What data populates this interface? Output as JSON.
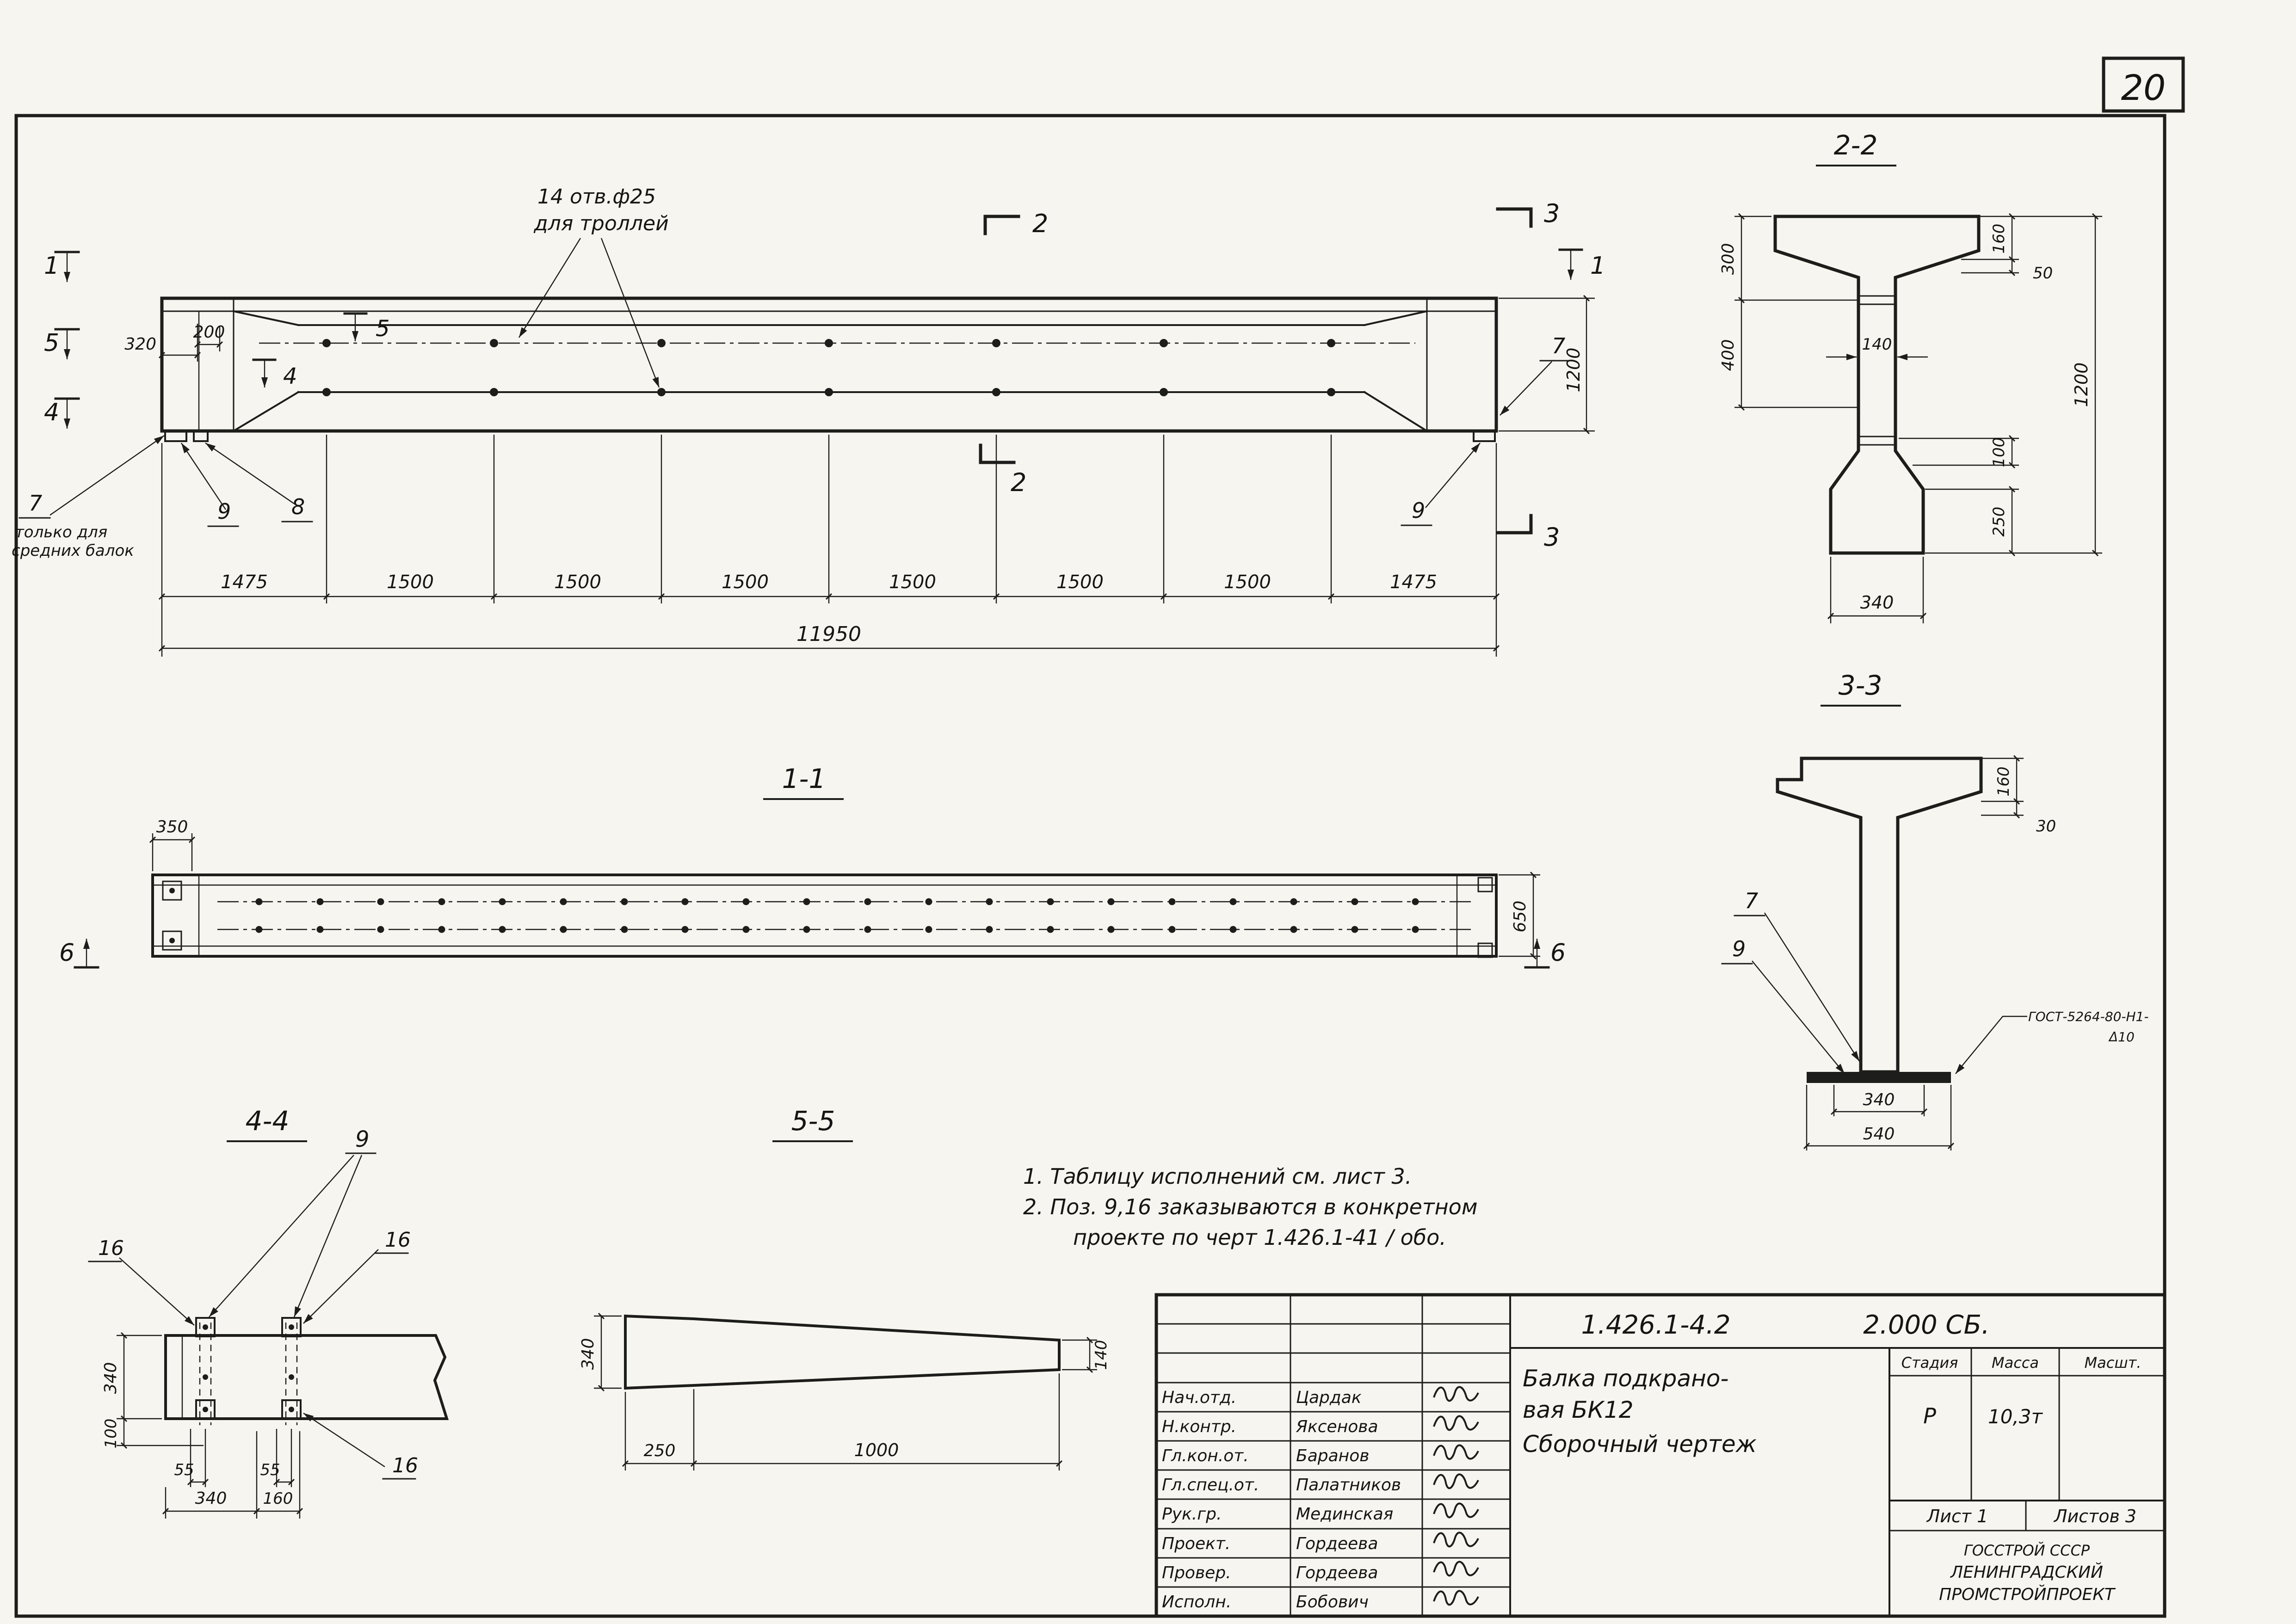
{
  "page": {
    "number": "20"
  },
  "labels": {
    "sec22": "2-2",
    "sec11": "1-1",
    "sec33": "3-3",
    "sec44": "4-4",
    "sec55": "5-5"
  },
  "elevation": {
    "holes_note1": "14 отв.ф25",
    "holes_note2": "для троллей",
    "mark_1l": "1",
    "mark_5l": "5",
    "mark_4l": "4",
    "mark_5i": "5",
    "mark_4i": "4",
    "mark_2t": "2",
    "mark_2b": "2",
    "mark_3t": "3",
    "mark_3b": "3",
    "mark_1r": "1",
    "d320": "320",
    "d200": "200",
    "d1200": "1200",
    "co7l": "7",
    "co7l_note1": "только для",
    "co7l_note2": "средних балок",
    "co9l": "9",
    "co8": "8",
    "co7r": "7",
    "co9r": "9",
    "dims": [
      "1475",
      "1500",
      "1500",
      "1500",
      "1500",
      "1500",
      "1500",
      "1475"
    ],
    "total": "11950"
  },
  "sec22": {
    "d300": "300",
    "d400": "400",
    "d140": "140",
    "d160": "160",
    "d50": "50",
    "d100": "100",
    "d250": "250",
    "d1200": "1200",
    "d340": "340"
  },
  "sec33": {
    "d160": "160",
    "d30": "30",
    "d340": "340",
    "d540": "540",
    "co7": "7",
    "co9": "9",
    "gost1": "ГОСТ-5264-80-Н1-",
    "gost2": "Δ10"
  },
  "plan11": {
    "d350": "350",
    "d650": "650",
    "mark6l": "6",
    "mark6r": "6"
  },
  "view44": {
    "d340": "340",
    "d100": "100",
    "d55a": "55",
    "d55b": "55",
    "d340b": "340",
    "d160": "160",
    "co9": "9",
    "co16a": "16",
    "co16b": "16",
    "co16c": "16"
  },
  "view55": {
    "d340": "340",
    "d140": "140",
    "d250": "250",
    "d1000": "1000"
  },
  "notes": {
    "line1": "1. Таблицу исполнений  см. лист 3.",
    "line2": "2. Поз. 9,16 заказываются в конкретном",
    "line3": "проекте по черт 1.426.1-41 / обо."
  },
  "stamp": {
    "doc_number": "1.426.1-4.2",
    "doc_code": "2.000 СБ.",
    "title1": "Балка подкрано-",
    "title2": "вая БК12",
    "title3": "Сборочный чертеж",
    "h_stage": "Стадия",
    "h_mass": "Масса",
    "h_scale": "Масшт.",
    "v_stage": "Р",
    "v_mass": "10,3т",
    "sheet": "Лист 1",
    "sheets": "Листов 3",
    "org1": "ГОССТРОЙ СССР",
    "org2": "ЛЕНИНГРАДСКИЙ",
    "org3": "ПРОМСТРОЙПРОЕКТ",
    "rows": [
      {
        "role": "Нач.отд.",
        "name": "Цардак"
      },
      {
        "role": "Н.контр.",
        "name": "Яксенова"
      },
      {
        "role": "Гл.кон.от.",
        "name": "Баранов"
      },
      {
        "role": "Гл.спец.от.",
        "name": "Палатников"
      },
      {
        "role": "Рук.гр.",
        "name": "Мединская"
      },
      {
        "role": "Проект.",
        "name": "Гордеева"
      },
      {
        "role": "Провер.",
        "name": "Гордеева"
      },
      {
        "role": "Исполн.",
        "name": "Бобович"
      }
    ]
  }
}
